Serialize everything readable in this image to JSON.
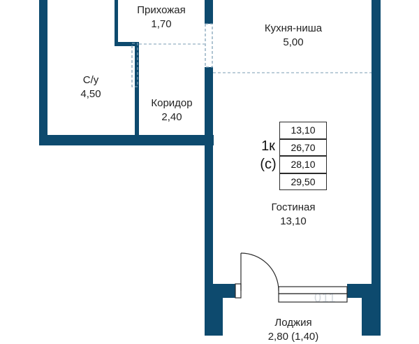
{
  "colors": {
    "wall": "#0d4a6e",
    "divider": "#7a9cb3",
    "line": "#2b2b2b",
    "background": "#ffffff"
  },
  "rooms": {
    "hallway": {
      "name": "Прихожая",
      "area": "1,70"
    },
    "kitchen": {
      "name": "Кухня-ниша",
      "area": "5,00"
    },
    "bathroom": {
      "name": "С/у",
      "area": "4,50"
    },
    "corridor": {
      "name": "Коридор",
      "area": "2,40"
    },
    "living": {
      "name": "Гостиная",
      "area": "13,10"
    },
    "loggia": {
      "name": "Лоджия",
      "area": "2,80 (1,40)"
    }
  },
  "summary": {
    "type_line1": "1к",
    "type_line2": "(с)",
    "areas": [
      "13,10",
      "26,70",
      "28,10",
      "29,50"
    ]
  },
  "watermark": "011"
}
